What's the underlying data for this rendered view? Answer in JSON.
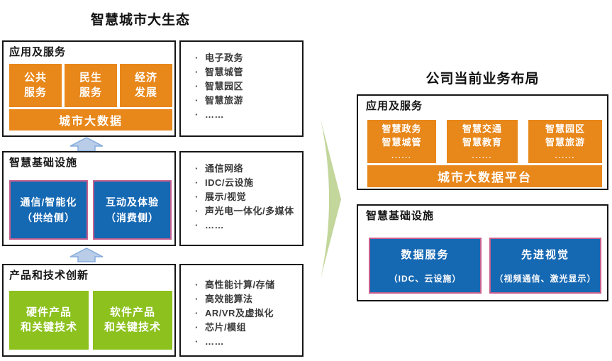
{
  "colors": {
    "orange": "#E8871A",
    "blue": "#1568B2",
    "blue_border_pink": "#C6608F",
    "green": "#8CC11E",
    "up_arrow_fill": "#B9CDE9",
    "up_arrow_stroke": "#85ACDC",
    "big_arrow_green": "#C3D69B",
    "frame_border": "#161616"
  },
  "left": {
    "title": "智慧城市大生态",
    "rows": [
      {
        "label": "应用及服务",
        "cells": [
          "公共\n服务",
          "民生\n服务",
          "经济\n发展"
        ],
        "bar": "城市大数据",
        "bullets": [
          "电子政务",
          "智慧城管",
          "智慧园区",
          "智慧旅游",
          "……"
        ]
      },
      {
        "label": "智慧基础设施",
        "cells": [
          "通信/智能化\n（供给侧）",
          "互动及体验\n（消费侧）"
        ],
        "bullets": [
          "通信网络",
          "IDC/云设施",
          "展示/视觉",
          "声光电一体化/多媒体",
          "……"
        ]
      },
      {
        "label": "产品和技术创新",
        "cells": [
          "硬件产品\n和关键技术",
          "软件产品\n和关键技术"
        ],
        "bullets": [
          "高性能计算/存储",
          "高效能算法",
          "AR/VR及虚拟化",
          "芯片/模组",
          "……"
        ]
      }
    ]
  },
  "right": {
    "title": "公司当前业务布局",
    "section1": {
      "label": "应用及服务",
      "cells": [
        {
          "lines": "智慧政务\n智慧城管",
          "dots": "......"
        },
        {
          "lines": "智慧交通\n智慧教育",
          "dots": "......"
        },
        {
          "lines": "智慧园区\n智慧旅游",
          "dots": "......"
        }
      ],
      "bar": "城市大数据平台"
    },
    "section2": {
      "label": "智慧基础设施",
      "cells": [
        {
          "title": "数据服务",
          "subtitle": "（IDC、云设施）"
        },
        {
          "title": "先进视觉",
          "subtitle": "（视频通信、激光显示）"
        }
      ]
    }
  }
}
